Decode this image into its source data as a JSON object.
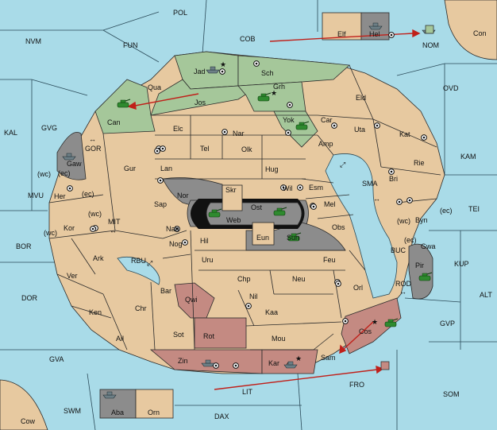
{
  "colors": {
    "sea": "#a9dbe8",
    "neutral": "#e7c9a0",
    "green_power": "#a5c79a",
    "red_power": "#c48a82",
    "gray_power": "#8c8c8c",
    "order_arrow": "#c0201a",
    "army": "#2f8a2f"
  },
  "sea_labels": [
    {
      "id": "POL",
      "text": "POL"
    },
    {
      "id": "NVM",
      "text": "NVM"
    },
    {
      "id": "FUN",
      "text": "FUN"
    },
    {
      "id": "COB",
      "text": "COB"
    },
    {
      "id": "Con",
      "text": "Con"
    },
    {
      "id": "NOM",
      "text": "NOM"
    },
    {
      "id": "OVD",
      "text": "OVD"
    },
    {
      "id": "KAL",
      "text": "KAL"
    },
    {
      "id": "GVG",
      "text": "GVG"
    },
    {
      "id": "GOR",
      "text": "GOR"
    },
    {
      "id": "KAM",
      "text": "KAM"
    },
    {
      "id": "SMA",
      "text": "SMA"
    },
    {
      "id": "TEI",
      "text": "TEI"
    },
    {
      "id": "MVU",
      "text": "MVU"
    },
    {
      "id": "MIT",
      "text": "MIT"
    },
    {
      "id": "BOR",
      "text": "BOR"
    },
    {
      "id": "RBU",
      "text": "RBU"
    },
    {
      "id": "BUC",
      "text": "BUC"
    },
    {
      "id": "KUP",
      "text": "KUP"
    },
    {
      "id": "DOR",
      "text": "DOR"
    },
    {
      "id": "ROD",
      "text": "ROD"
    },
    {
      "id": "ALT",
      "text": "ALT"
    },
    {
      "id": "GVP",
      "text": "GVP"
    },
    {
      "id": "GVA",
      "text": "GVA"
    },
    {
      "id": "FRO",
      "text": "FRO"
    },
    {
      "id": "LIT",
      "text": "LIT"
    },
    {
      "id": "SOM",
      "text": "SOM"
    },
    {
      "id": "SWM",
      "text": "SWM"
    },
    {
      "id": "DAX",
      "text": "DAX"
    },
    {
      "id": "Cow",
      "text": "Cow"
    }
  ],
  "land_labels": [
    {
      "id": "Jad",
      "text": "Jad"
    },
    {
      "id": "Sch",
      "text": "Sch"
    },
    {
      "id": "Qua",
      "text": "Qua"
    },
    {
      "id": "Jos",
      "text": "Jos"
    },
    {
      "id": "Grh",
      "text": "Grh"
    },
    {
      "id": "Can",
      "text": "Can"
    },
    {
      "id": "Eld",
      "text": "Eld"
    },
    {
      "id": "Yok",
      "text": "Yok"
    },
    {
      "id": "Elc",
      "text": "Elc"
    },
    {
      "id": "Nar",
      "text": "Nar"
    },
    {
      "id": "Car",
      "text": "Car"
    },
    {
      "id": "Uta",
      "text": "Uta"
    },
    {
      "id": "Kat",
      "text": "Kat"
    },
    {
      "id": "Tel",
      "text": "Tel"
    },
    {
      "id": "Olk",
      "text": "Olk"
    },
    {
      "id": "Amp",
      "text": "Amp"
    },
    {
      "id": "Gaw",
      "text": "Gaw"
    },
    {
      "id": "Gur",
      "text": "Gur"
    },
    {
      "id": "Lan",
      "text": "Lan"
    },
    {
      "id": "Hug",
      "text": "Hug"
    },
    {
      "id": "Rie",
      "text": "Rie"
    },
    {
      "id": "Bri",
      "text": "Bri"
    },
    {
      "id": "Wil",
      "text": "Wil"
    },
    {
      "id": "Esm",
      "text": "Esm"
    },
    {
      "id": "Her",
      "text": "Her"
    },
    {
      "id": "Nor",
      "text": "Nor"
    },
    {
      "id": "Skr",
      "text": "Skr"
    },
    {
      "id": "Ost",
      "text": "Ost"
    },
    {
      "id": "Mel",
      "text": "Mel"
    },
    {
      "id": "Sap",
      "text": "Sap"
    },
    {
      "id": "Web",
      "text": "Web"
    },
    {
      "id": "Byn",
      "text": "Byn"
    },
    {
      "id": "Kor",
      "text": "Kor"
    },
    {
      "id": "Nab",
      "text": "Nab"
    },
    {
      "id": "Obs",
      "text": "Obs"
    },
    {
      "id": "Gwa",
      "text": "Gwa"
    },
    {
      "id": "Eun",
      "text": "Eun"
    },
    {
      "id": "Sun",
      "text": "Sun"
    },
    {
      "id": "Hil",
      "text": "Hil"
    },
    {
      "id": "Nog",
      "text": "Nog"
    },
    {
      "id": "Ark",
      "text": "Ark"
    },
    {
      "id": "Pir",
      "text": "Pir"
    },
    {
      "id": "Uru",
      "text": "Uru"
    },
    {
      "id": "Feu",
      "text": "Feu"
    },
    {
      "id": "Ver",
      "text": "Ver"
    },
    {
      "id": "Chp",
      "text": "Chp"
    },
    {
      "id": "Neu",
      "text": "Neu"
    },
    {
      "id": "Orl",
      "text": "Orl"
    },
    {
      "id": "Bar",
      "text": "Bar"
    },
    {
      "id": "Nil",
      "text": "Nil"
    },
    {
      "id": "Qwi",
      "text": "Qwi"
    },
    {
      "id": "Ken",
      "text": "Ken"
    },
    {
      "id": "Chr",
      "text": "Chr"
    },
    {
      "id": "Kaa",
      "text": "Kaa"
    },
    {
      "id": "Cos",
      "text": "Cos"
    },
    {
      "id": "Rot",
      "text": "Rot"
    },
    {
      "id": "Ail",
      "text": "Ail"
    },
    {
      "id": "Sot",
      "text": "Sot"
    },
    {
      "id": "Mou",
      "text": "Mou"
    },
    {
      "id": "Zin",
      "text": "Zin"
    },
    {
      "id": "Kar",
      "text": "Kar"
    },
    {
      "id": "Sam",
      "text": "Sam"
    },
    {
      "id": "Elf",
      "text": "Elf"
    },
    {
      "id": "Hel",
      "text": "Hel"
    },
    {
      "id": "Aba",
      "text": "Aba"
    },
    {
      "id": "Orn",
      "text": "Orn"
    }
  ],
  "coast_labels": [
    "(wc)",
    "(ec)",
    "(ec)",
    "(wc)",
    "(wc)",
    "(ec)",
    "(wc)",
    "(ec)"
  ],
  "units": {
    "fleet_count": 7,
    "army_count": 8
  },
  "supply_center_count": 32
}
